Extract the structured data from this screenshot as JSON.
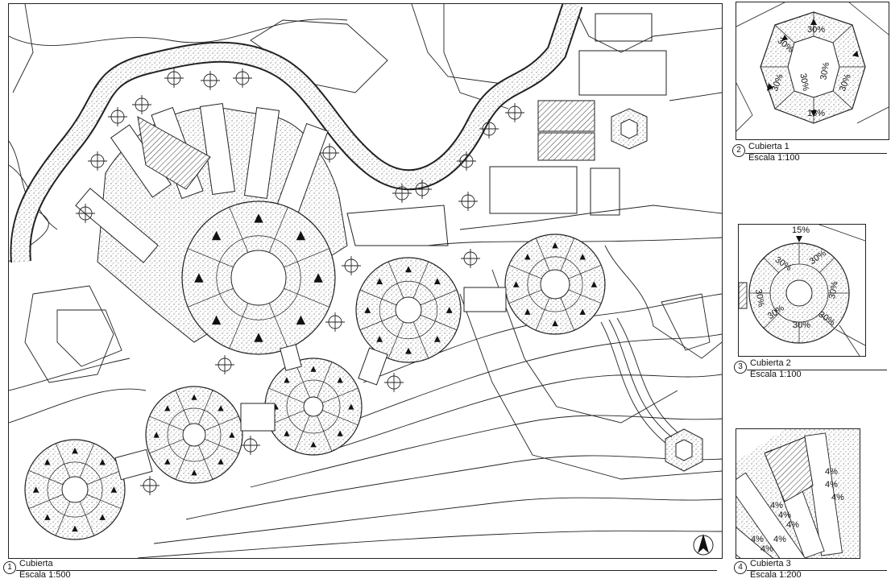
{
  "main": {
    "number": "1",
    "title": "Cubierta",
    "scale": "Escala  1:500"
  },
  "details": [
    {
      "number": "2",
      "title": "Cubierta 1",
      "scale": "Escala  1:100",
      "slopes": [
        "30%",
        "30%",
        "30%",
        "30%",
        "30%",
        "30%",
        "15%"
      ]
    },
    {
      "number": "3",
      "title": "Cubierta 2",
      "scale": "Escala  1:100",
      "slopes": [
        "15%",
        "30%",
        "30%",
        "30%",
        "30%",
        "30%",
        "30%",
        "30%"
      ]
    },
    {
      "number": "4",
      "title": "Cubierta 3",
      "scale": "Escala  1:200",
      "slopes": [
        "4%",
        "4%",
        "4%",
        "4%",
        "4%",
        "4%",
        "4%",
        "4%",
        "4%"
      ]
    }
  ],
  "icons": {
    "north_arrow": "north-arrow-icon"
  },
  "colors": {
    "line": "#1a1a1a",
    "paper": "#ffffff",
    "stipple": "#555555"
  }
}
